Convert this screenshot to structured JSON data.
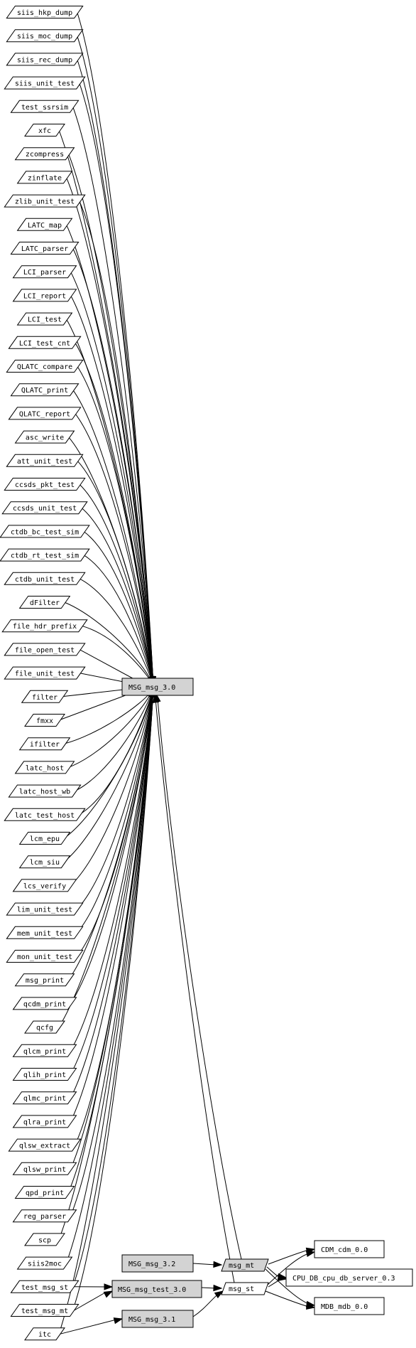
{
  "nodes": {
    "clients": [
      "siis_hkp_dump",
      "siis_moc_dump",
      "siis_rec_dump",
      "siis_unit_test",
      "test_ssrsim",
      "xfc",
      "zcompress",
      "zinflate",
      "zlib_unit_test",
      "LATC_map",
      "LATC_parser",
      "LCI_parser",
      "LCI_report",
      "LCI_test",
      "LCI_test_cnt",
      "QLATC_compare",
      "QLATC_print",
      "QLATC_report",
      "asc_write",
      "att_unit_test",
      "ccsds_pkt_test",
      "ccsds_unit_test",
      "ctdb_bc_test_sim",
      "ctdb_rt_test_sim",
      "ctdb_unit_test",
      "dFilter",
      "file_hdr_prefix",
      "file_open_test",
      "file_unit_test",
      "filter",
      "fmxx",
      "ifilter",
      "latc_host",
      "latc_host_wb",
      "latc_test_host",
      "lcm_epu",
      "lcm_siu",
      "lcs_verify",
      "lim_unit_test",
      "mem_unit_test",
      "mon_unit_test",
      "msg_print",
      "qcdm_print",
      "qcfg",
      "qlcm_print",
      "qlih_print",
      "qlmc_print",
      "qlra_print",
      "qlsw_extract",
      "qlsw_print",
      "qpd_print",
      "reg_parser",
      "scp",
      "siis2moc",
      "test_msg_st",
      "test_msg_mt",
      "itc"
    ],
    "msg_main": "MSG_msg_3.0",
    "msg_32": "MSG_msg_3.2",
    "msg_test": "MSG_msg_test_3.0",
    "msg_31": "MSG_msg_3.1",
    "msg_mt": "msg_mt",
    "msg_st": "msg_st",
    "cdm": "CDM_cdm_0.0",
    "cpu_db": "CPU_DB_cpu_db_server_0.3",
    "mdb": "MDB_mdb_0.0"
  },
  "edges": [
    {
      "from": "clients",
      "to": "msg_main",
      "note": "every client node links to MSG_msg_3.0"
    },
    {
      "from": "test_msg_st",
      "to": "msg_test"
    },
    {
      "from": "test_msg_mt",
      "to": "msg_test"
    },
    {
      "from": "itc",
      "to": "msg_31"
    },
    {
      "from": "msg_32",
      "to": "msg_mt"
    },
    {
      "from": "msg_test",
      "to": "msg_st"
    },
    {
      "from": "msg_31",
      "to": "msg_st"
    },
    {
      "from": "msg_mt",
      "to": "msg_main"
    },
    {
      "from": "msg_st",
      "to": "msg_main"
    },
    {
      "from": "msg_mt",
      "to": "cdm"
    },
    {
      "from": "msg_mt",
      "to": "cpu_db"
    },
    {
      "from": "msg_mt",
      "to": "mdb"
    },
    {
      "from": "msg_st",
      "to": "cdm"
    },
    {
      "from": "msg_st",
      "to": "cpu_db"
    },
    {
      "from": "msg_st",
      "to": "mdb"
    }
  ]
}
